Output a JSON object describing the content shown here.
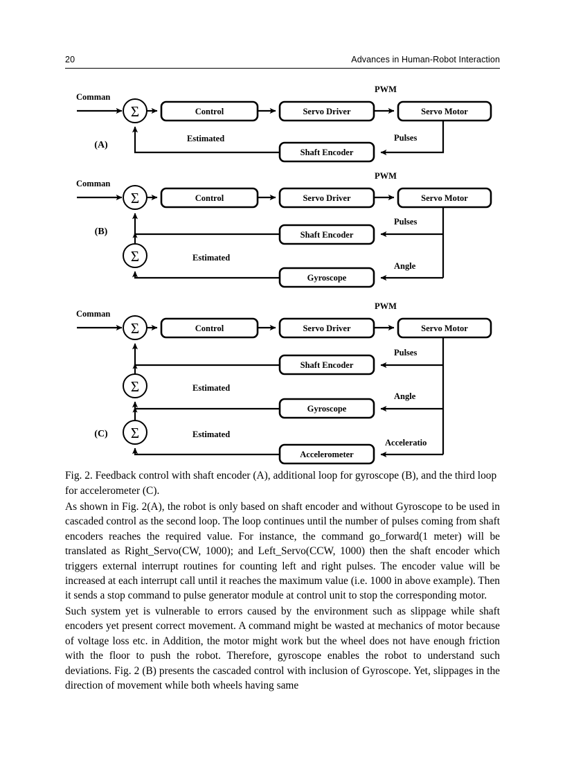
{
  "header": {
    "page_number": "20",
    "book_title": "Advances in Human-Robot Interaction"
  },
  "figure": {
    "labels": {
      "a": "(A)",
      "b": "(B)",
      "c": "(C)"
    },
    "blocks": {
      "control": "Control",
      "servo_driver": "Servo Driver",
      "servo_motor": "Servo Motor",
      "shaft_encoder": "Shaft Encoder",
      "gyroscope": "Gyroscope",
      "accelerometer": "Accelerometer"
    },
    "summing_symbol": "Σ",
    "signals": {
      "command": "Comman",
      "pwm": "PWM",
      "pulses": "Pulses",
      "estimated": "Estimated",
      "angle": "Angle",
      "acceleration": "Acceleratio"
    }
  },
  "caption": "Fig. 2. Feedback control with shaft encoder (A), additional loop for gyroscope (B), and the third loop for accelerometer (C).",
  "body": {
    "paragraph_1": "As shown in Fig. 2(A), the robot is only based on shaft encoder and without Gyroscope to be used in cascaded control as the second loop. The loop continues until the number of pulses coming from shaft encoders reaches the required value. For instance, the command go_forward(1 meter) will be translated as Right_Servo(CW, 1000); and Left_Servo(CCW, 1000) then the shaft encoder which triggers external interrupt routines for counting left and right pulses. The encoder value will be increased at each interrupt call until it reaches the maximum value (i.e. 1000 in above example). Then it sends a stop command to pulse generator module at control unit to stop the corresponding motor.",
    "paragraph_2": "Such system yet is vulnerable to errors caused by the environment such as slippage while shaft encoders yet present correct movement. A command might be wasted at mechanics of motor because of voltage loss etc. in Addition, the motor might work but the wheel does not have enough friction with the floor to push the robot. Therefore, gyroscope enables the robot to understand such deviations. Fig. 2 (B) presents the cascaded control with inclusion of Gyroscope. Yet, slippages in the direction of movement while both wheels having same"
  },
  "colors": {
    "ink": "#000000",
    "paper": "#ffffff"
  }
}
